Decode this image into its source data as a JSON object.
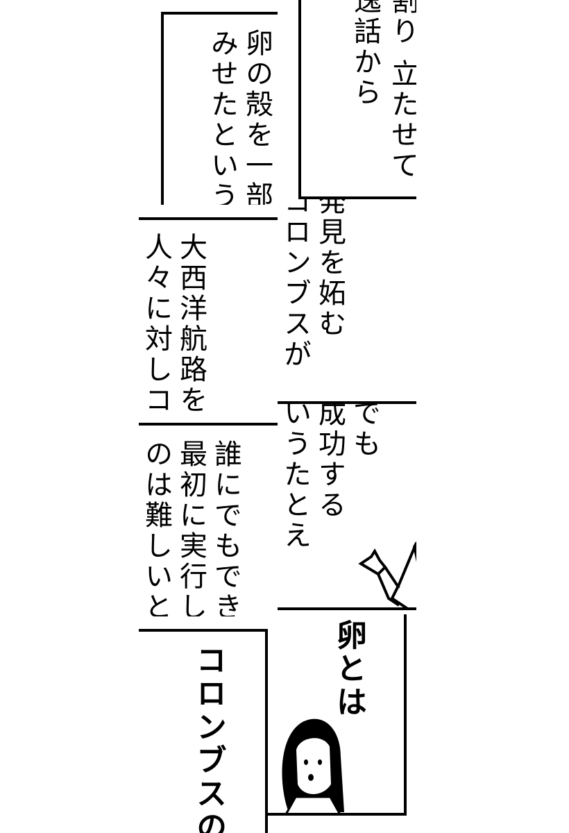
{
  "panels": [
    {
      "id": "top-right",
      "lines": [
        "割り 立たせて",
        "逸話から"
      ]
    },
    {
      "id": "top-left",
      "lines": [
        "卵の殻を一部割",
        "みせたという逸"
      ]
    },
    {
      "id": "middle-right",
      "lines": [
        "発見を妬む",
        "コロンブスが"
      ]
    },
    {
      "id": "middle-left",
      "lines": [
        "大西洋航路を発",
        "人々に対しコロ"
      ]
    },
    {
      "id": "lower-right",
      "lines": [
        "でも",
        "成功する",
        "いうたとえ"
      ]
    },
    {
      "id": "lower-left",
      "lines": [
        "誰にでもできること",
        "最初に実行し成",
        "のは難しいとい"
      ]
    },
    {
      "id": "bottom-right",
      "lines": [
        "卵とは"
      ]
    },
    {
      "id": "bottom-left",
      "lines": [
        "コロンブスの"
      ]
    }
  ]
}
